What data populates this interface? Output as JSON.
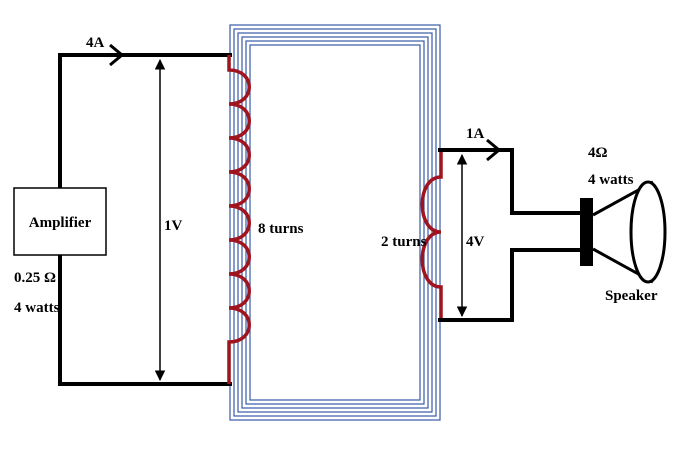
{
  "primary": {
    "current": "4A",
    "voltage": "1V",
    "turns": "8 turns"
  },
  "amplifier": {
    "label": "Amplifier",
    "impedance": "0.25 Ω",
    "power": "4 watts"
  },
  "secondary": {
    "current": "1A",
    "voltage": "4V",
    "turns": "2 turns"
  },
  "speaker": {
    "impedance": "4Ω",
    "power": "4 watts",
    "label": "Speaker"
  },
  "colors": {
    "wire": "#000000",
    "core": "#3a5aa8",
    "coil": "#a0141e"
  }
}
